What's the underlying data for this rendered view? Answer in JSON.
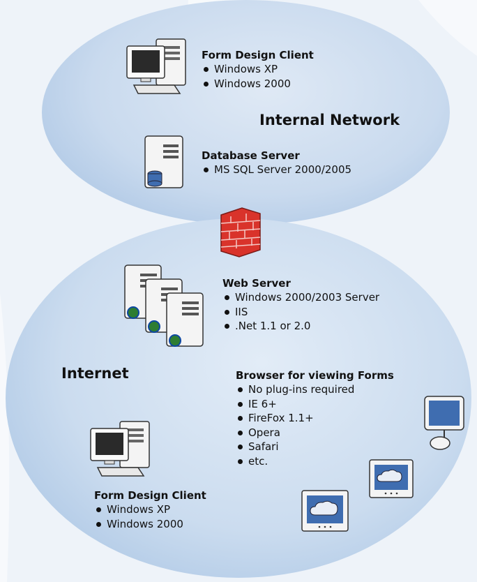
{
  "zones": {
    "internal": "Internal Network",
    "internet": "Internet"
  },
  "nodes": {
    "form_client_internal": {
      "title": "Form Design Client",
      "items": [
        "Windows XP",
        "Windows 2000"
      ]
    },
    "database_server": {
      "title": "Database Server",
      "items": [
        "MS SQL Server 2000/2005"
      ]
    },
    "web_server": {
      "title": "Web Server",
      "items": [
        "Windows 2000/2003 Server",
        "IIS",
        ".Net 1.1 or 2.0"
      ]
    },
    "browser": {
      "title": "Browser for viewing Forms",
      "items": [
        "No plug-ins required",
        "IE 6+",
        "FireFox 1.1+",
        "Opera",
        "Safari",
        "etc."
      ]
    },
    "form_client_internet": {
      "title": "Form Design Client",
      "items": [
        "Windows XP",
        "Windows 2000"
      ]
    }
  },
  "icons": [
    "desktop-computer-icon",
    "database-server-icon",
    "firewall-icon",
    "web-server-cluster-icon",
    "imac-icon",
    "monitor-cloud-icon"
  ],
  "colors": {
    "ellipse": "#c9daee",
    "screen": "#3f6db0",
    "firewall": "#d9332b"
  }
}
